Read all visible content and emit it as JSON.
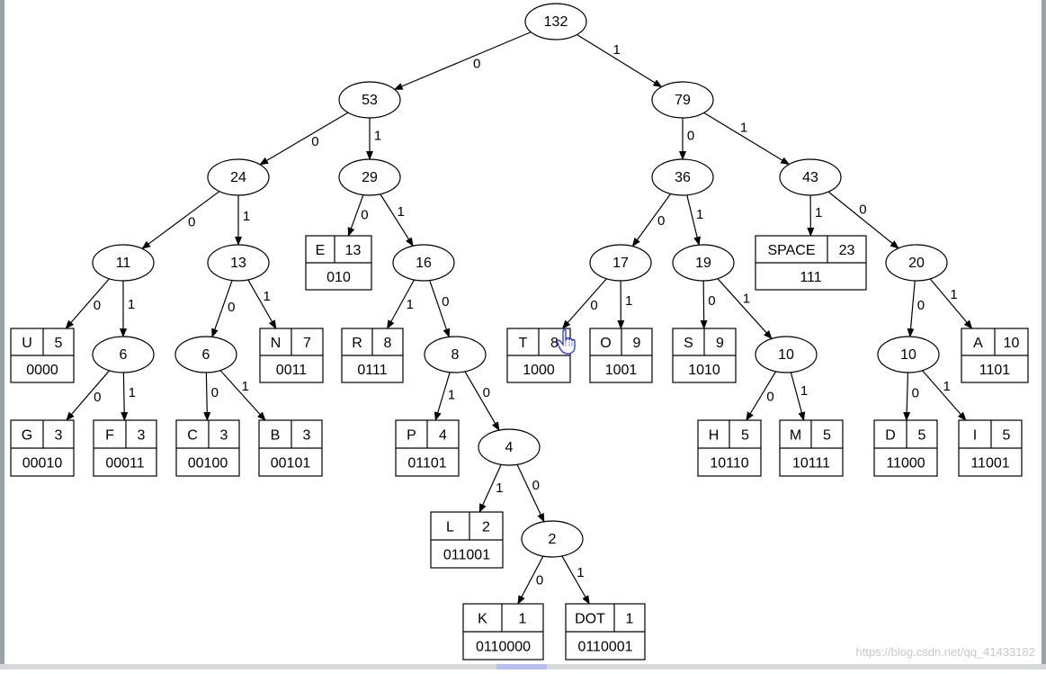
{
  "watermark": "https://blog.csdn.net/qq_41433182",
  "nodes": [
    {
      "id": "n132",
      "label": "132"
    },
    {
      "id": "n53",
      "label": "53"
    },
    {
      "id": "n79",
      "label": "79"
    },
    {
      "id": "n24",
      "label": "24"
    },
    {
      "id": "n29",
      "label": "29"
    },
    {
      "id": "n36",
      "label": "36"
    },
    {
      "id": "n43",
      "label": "43"
    },
    {
      "id": "n11",
      "label": "11"
    },
    {
      "id": "n13",
      "label": "13"
    },
    {
      "id": "n16",
      "label": "16"
    },
    {
      "id": "n17",
      "label": "17"
    },
    {
      "id": "n19",
      "label": "19"
    },
    {
      "id": "n20",
      "label": "20"
    },
    {
      "id": "n6a",
      "label": "6"
    },
    {
      "id": "n6b",
      "label": "6"
    },
    {
      "id": "n8",
      "label": "8"
    },
    {
      "id": "n10a",
      "label": "10"
    },
    {
      "id": "n10b",
      "label": "10"
    },
    {
      "id": "n4",
      "label": "4"
    },
    {
      "id": "n2",
      "label": "2"
    }
  ],
  "leaves": [
    {
      "id": "E",
      "symbol": "E",
      "weight": "13",
      "code": "010"
    },
    {
      "id": "SPACE",
      "symbol": "SPACE",
      "weight": "23",
      "code": "111"
    },
    {
      "id": "U",
      "symbol": "U",
      "weight": "5",
      "code": "0000"
    },
    {
      "id": "N",
      "symbol": "N",
      "weight": "7",
      "code": "0011"
    },
    {
      "id": "R",
      "symbol": "R",
      "weight": "8",
      "code": "0111"
    },
    {
      "id": "T",
      "symbol": "T",
      "weight": "8",
      "code": "1000"
    },
    {
      "id": "O",
      "symbol": "O",
      "weight": "9",
      "code": "1001"
    },
    {
      "id": "S",
      "symbol": "S",
      "weight": "9",
      "code": "1010"
    },
    {
      "id": "A",
      "symbol": "A",
      "weight": "10",
      "code": "1101"
    },
    {
      "id": "G",
      "symbol": "G",
      "weight": "3",
      "code": "00010"
    },
    {
      "id": "F",
      "symbol": "F",
      "weight": "3",
      "code": "00011"
    },
    {
      "id": "C",
      "symbol": "C",
      "weight": "3",
      "code": "00100"
    },
    {
      "id": "B",
      "symbol": "B",
      "weight": "3",
      "code": "00101"
    },
    {
      "id": "P",
      "symbol": "P",
      "weight": "4",
      "code": "01101"
    },
    {
      "id": "H",
      "symbol": "H",
      "weight": "5",
      "code": "10110"
    },
    {
      "id": "M",
      "symbol": "M",
      "weight": "5",
      "code": "10111"
    },
    {
      "id": "D",
      "symbol": "D",
      "weight": "5",
      "code": "11000"
    },
    {
      "id": "I",
      "symbol": "I",
      "weight": "5",
      "code": "11001"
    },
    {
      "id": "L",
      "symbol": "L",
      "weight": "2",
      "code": "011001"
    },
    {
      "id": "K",
      "symbol": "K",
      "weight": "1",
      "code": "0110000"
    },
    {
      "id": "DOT",
      "symbol": "DOT",
      "weight": "1",
      "code": "0110001"
    }
  ],
  "edges": [
    {
      "from": "n132",
      "to": "n53",
      "bit": "0"
    },
    {
      "from": "n132",
      "to": "n79",
      "bit": "1"
    },
    {
      "from": "n53",
      "to": "n24",
      "bit": "0"
    },
    {
      "from": "n53",
      "to": "n29",
      "bit": "1"
    },
    {
      "from": "n79",
      "to": "n36",
      "bit": "0"
    },
    {
      "from": "n79",
      "to": "n43",
      "bit": "1"
    },
    {
      "from": "n24",
      "to": "n11",
      "bit": "0"
    },
    {
      "from": "n24",
      "to": "n13",
      "bit": "1"
    },
    {
      "from": "n29",
      "to": "E",
      "bit": "0"
    },
    {
      "from": "n29",
      "to": "n16",
      "bit": "1"
    },
    {
      "from": "n36",
      "to": "n17",
      "bit": "0"
    },
    {
      "from": "n36",
      "to": "n19",
      "bit": "1"
    },
    {
      "from": "n43",
      "to": "SPACE",
      "bit": "1"
    },
    {
      "from": "n43",
      "to": "n20",
      "bit": "0"
    },
    {
      "from": "n11",
      "to": "U",
      "bit": "0"
    },
    {
      "from": "n11",
      "to": "n6a",
      "bit": "1"
    },
    {
      "from": "n13",
      "to": "n6b",
      "bit": "0"
    },
    {
      "from": "n13",
      "to": "N",
      "bit": "1"
    },
    {
      "from": "n16",
      "to": "R",
      "bit": "1"
    },
    {
      "from": "n16",
      "to": "n8",
      "bit": "0"
    },
    {
      "from": "n17",
      "to": "T",
      "bit": "0"
    },
    {
      "from": "n17",
      "to": "O",
      "bit": "1"
    },
    {
      "from": "n19",
      "to": "S",
      "bit": "0"
    },
    {
      "from": "n19",
      "to": "n10a",
      "bit": "1"
    },
    {
      "from": "n20",
      "to": "n10b",
      "bit": "0"
    },
    {
      "from": "n20",
      "to": "A",
      "bit": "1"
    },
    {
      "from": "n6a",
      "to": "G",
      "bit": "0"
    },
    {
      "from": "n6a",
      "to": "F",
      "bit": "1"
    },
    {
      "from": "n6b",
      "to": "C",
      "bit": "0"
    },
    {
      "from": "n6b",
      "to": "B",
      "bit": "1"
    },
    {
      "from": "n8",
      "to": "P",
      "bit": "1"
    },
    {
      "from": "n8",
      "to": "n4",
      "bit": "0"
    },
    {
      "from": "n10a",
      "to": "H",
      "bit": "0"
    },
    {
      "from": "n10a",
      "to": "M",
      "bit": "1"
    },
    {
      "from": "n10b",
      "to": "D",
      "bit": "0"
    },
    {
      "from": "n10b",
      "to": "I",
      "bit": "1"
    },
    {
      "from": "n4",
      "to": "L",
      "bit": "1"
    },
    {
      "from": "n4",
      "to": "n2",
      "bit": "0"
    },
    {
      "from": "n2",
      "to": "K",
      "bit": "0"
    },
    {
      "from": "n2",
      "to": "DOT",
      "bit": "1"
    }
  ]
}
